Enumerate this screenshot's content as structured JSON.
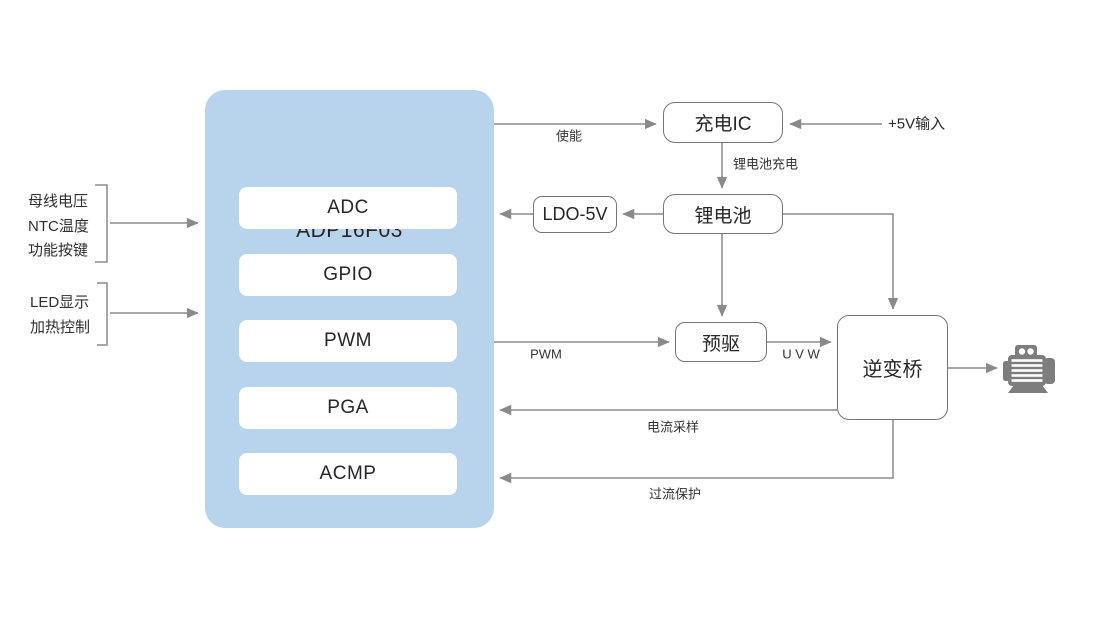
{
  "colors": {
    "chip_fill": "#b8d4ec",
    "module_fill": "#ffffff",
    "box_border": "#757575",
    "wire": "#8a8a8a",
    "text": "#262626",
    "motor_icon": "#7d7d7d"
  },
  "chip": {
    "title": "ADP16F03",
    "modules": [
      "ADC",
      "GPIO",
      "PWM",
      "PGA",
      "ACMP"
    ]
  },
  "nodes": {
    "charger": "充电IC",
    "ldo": "LDO-5V",
    "battery": "锂电池",
    "predriver": "预驱",
    "inverter": "逆变桥"
  },
  "wire_labels": {
    "enable": "使能",
    "v5_input": "+5V输入",
    "battery_charge": "锂电池充电",
    "pwm": "PWM",
    "uvw": "U V W",
    "current_sample": "电流采样",
    "overcurrent": "过流保护"
  },
  "inputs": {
    "group1": [
      "母线电压",
      "NTC温度",
      "功能按键"
    ],
    "group2": [
      "LED显示",
      "加热控制"
    ]
  },
  "icons": {
    "motor": "motor-icon"
  }
}
